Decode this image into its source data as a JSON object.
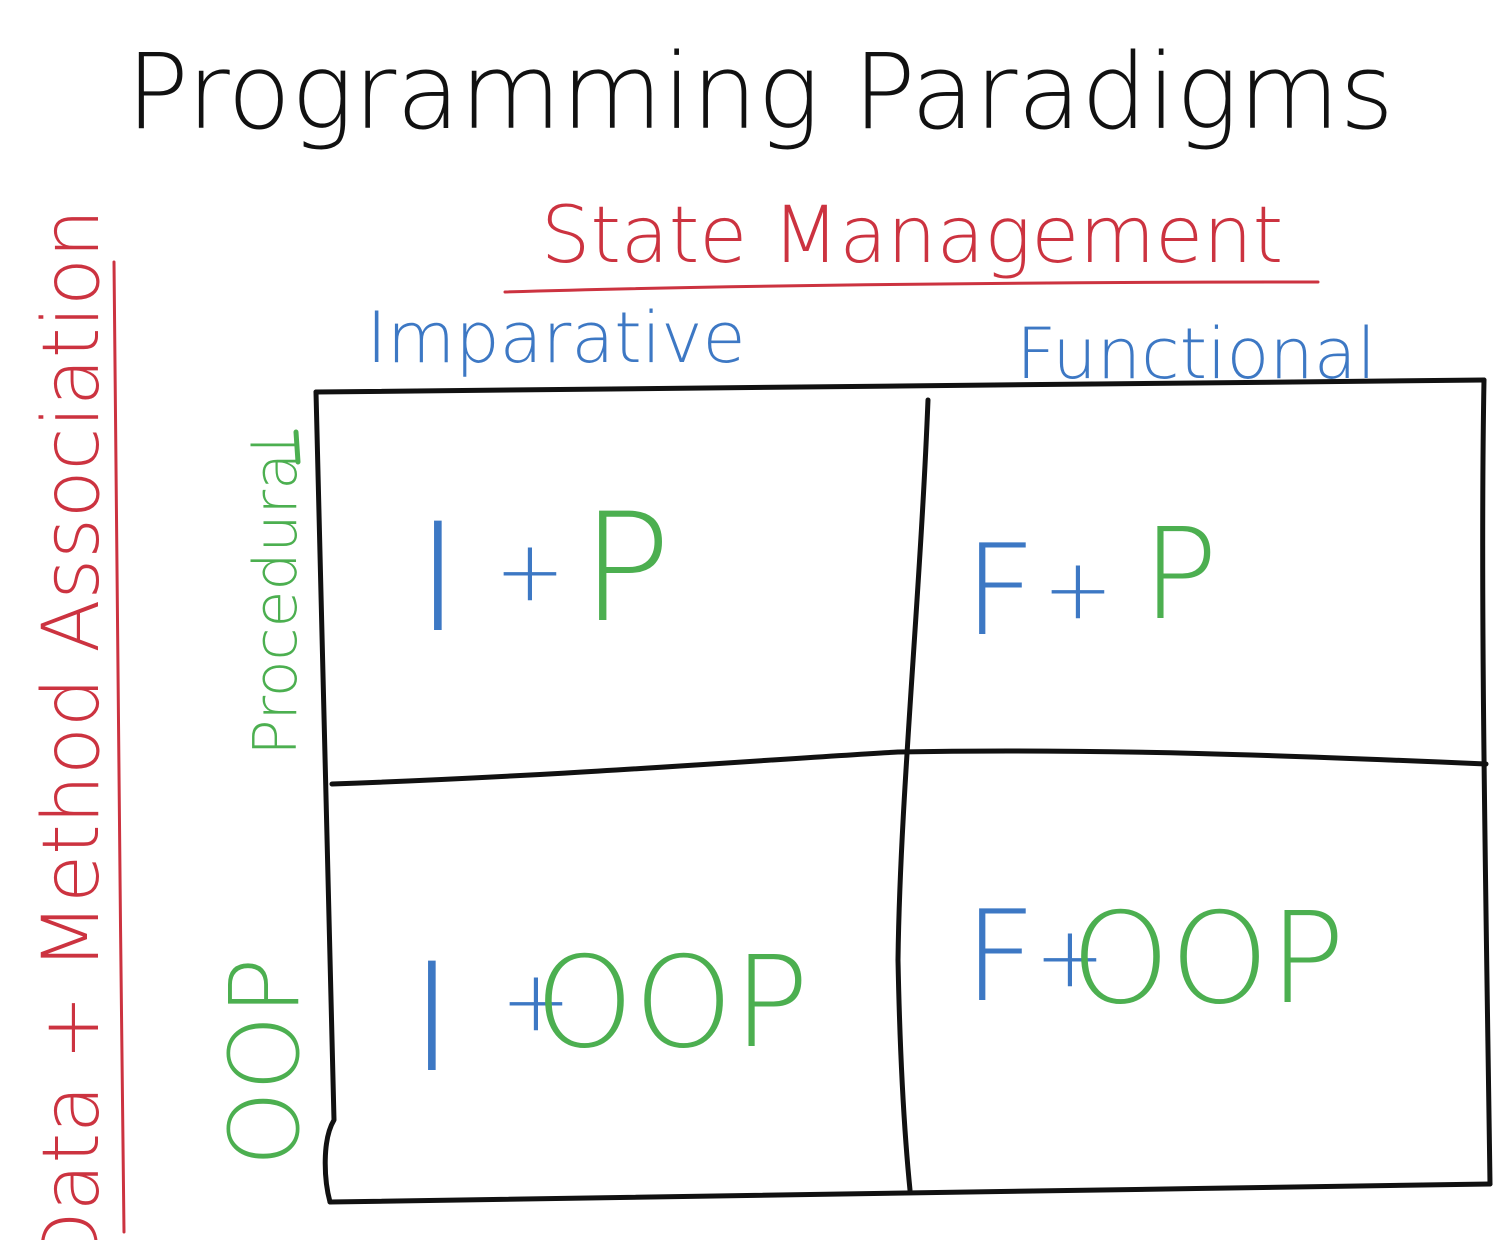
{
  "title": "Programming Paradigms",
  "top_axis": {
    "label": "State Management"
  },
  "left_axis": {
    "label": "Data + Method Association"
  },
  "columns": [
    {
      "label": "Imparative"
    },
    {
      "label": "Functional"
    }
  ],
  "rows": [
    {
      "label": "Procedural"
    },
    {
      "label": "OOP"
    }
  ],
  "cells": {
    "imperative_procedural": {
      "left": "I",
      "plus": "+",
      "right": "P"
    },
    "functional_procedural": {
      "left": "F",
      "plus": "+",
      "right": "P"
    },
    "imperative_oop": {
      "left": "I",
      "plus": "+",
      "right": "OOP"
    },
    "functional_oop": {
      "left": "F",
      "plus": "+",
      "right": "OOP"
    }
  },
  "colors": {
    "black_ink": "#111111",
    "red_ink": "#cc3340",
    "blue_ink": "#3d78c4",
    "green_ink": "#4caf50"
  }
}
